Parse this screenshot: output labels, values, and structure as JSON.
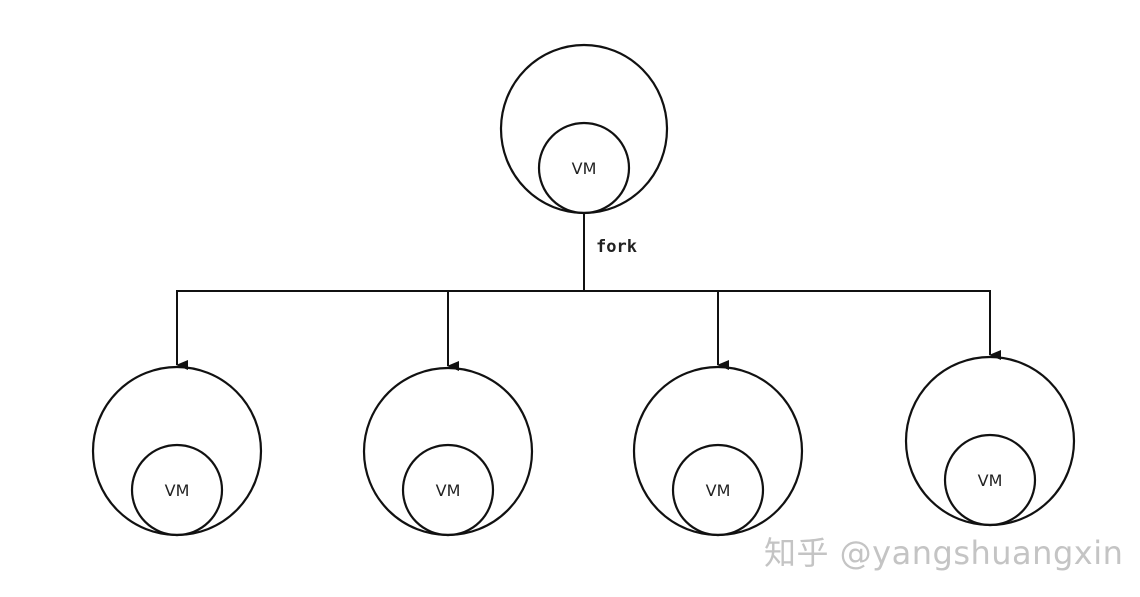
{
  "diagram": {
    "parent": {
      "label": "VM"
    },
    "edge_label": "fork",
    "children": [
      {
        "label": "VM"
      },
      {
        "label": "VM"
      },
      {
        "label": "VM"
      },
      {
        "label": "VM"
      }
    ]
  },
  "watermark": "知乎 @yangshuangxin",
  "colors": {
    "stroke": "#111111",
    "watermark": "#c4c4c4"
  }
}
